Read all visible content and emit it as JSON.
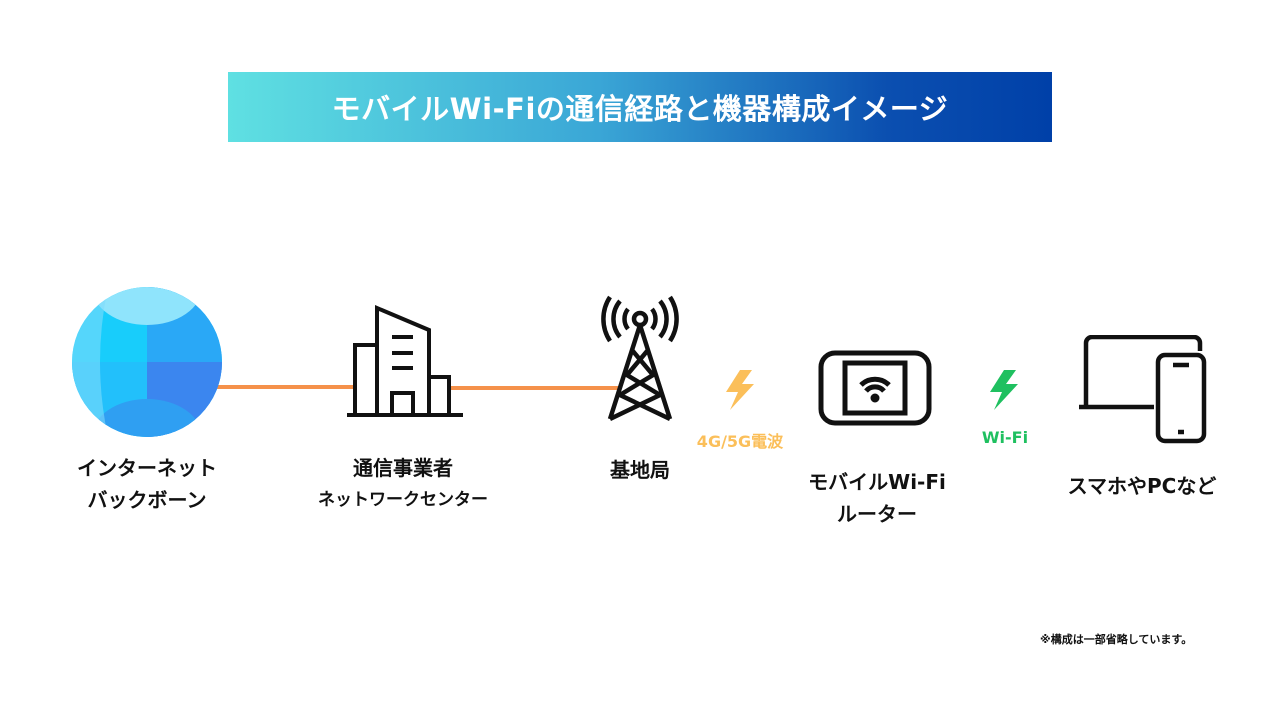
{
  "title": "モバイルWi-Fiの通信経路と機器構成イメージ",
  "nodes": [
    {
      "icon": "globe-icon",
      "lines": [
        "インターネット",
        "バックボーン"
      ]
    },
    {
      "icon": "building-icon",
      "lines": [
        "通信事業者",
        "ネットワークセンター"
      ]
    },
    {
      "icon": "cell-tower-icon",
      "lines": [
        "基地局"
      ]
    },
    {
      "icon": "mobile-router-icon",
      "lines": [
        "モバイルWi-Fi",
        "ルーター"
      ]
    },
    {
      "icon": "devices-icon",
      "lines": [
        "スマホやPCなど"
      ]
    }
  ],
  "links": [
    {
      "icon": "lightning-icon",
      "label": "4G/5G電波",
      "color": "#fbbf5a"
    },
    {
      "icon": "lightning-icon",
      "label": "Wi-Fi",
      "color": "#1fc060"
    }
  ],
  "line_color": "#f5914a",
  "note": "※構成は一部省略しています。"
}
